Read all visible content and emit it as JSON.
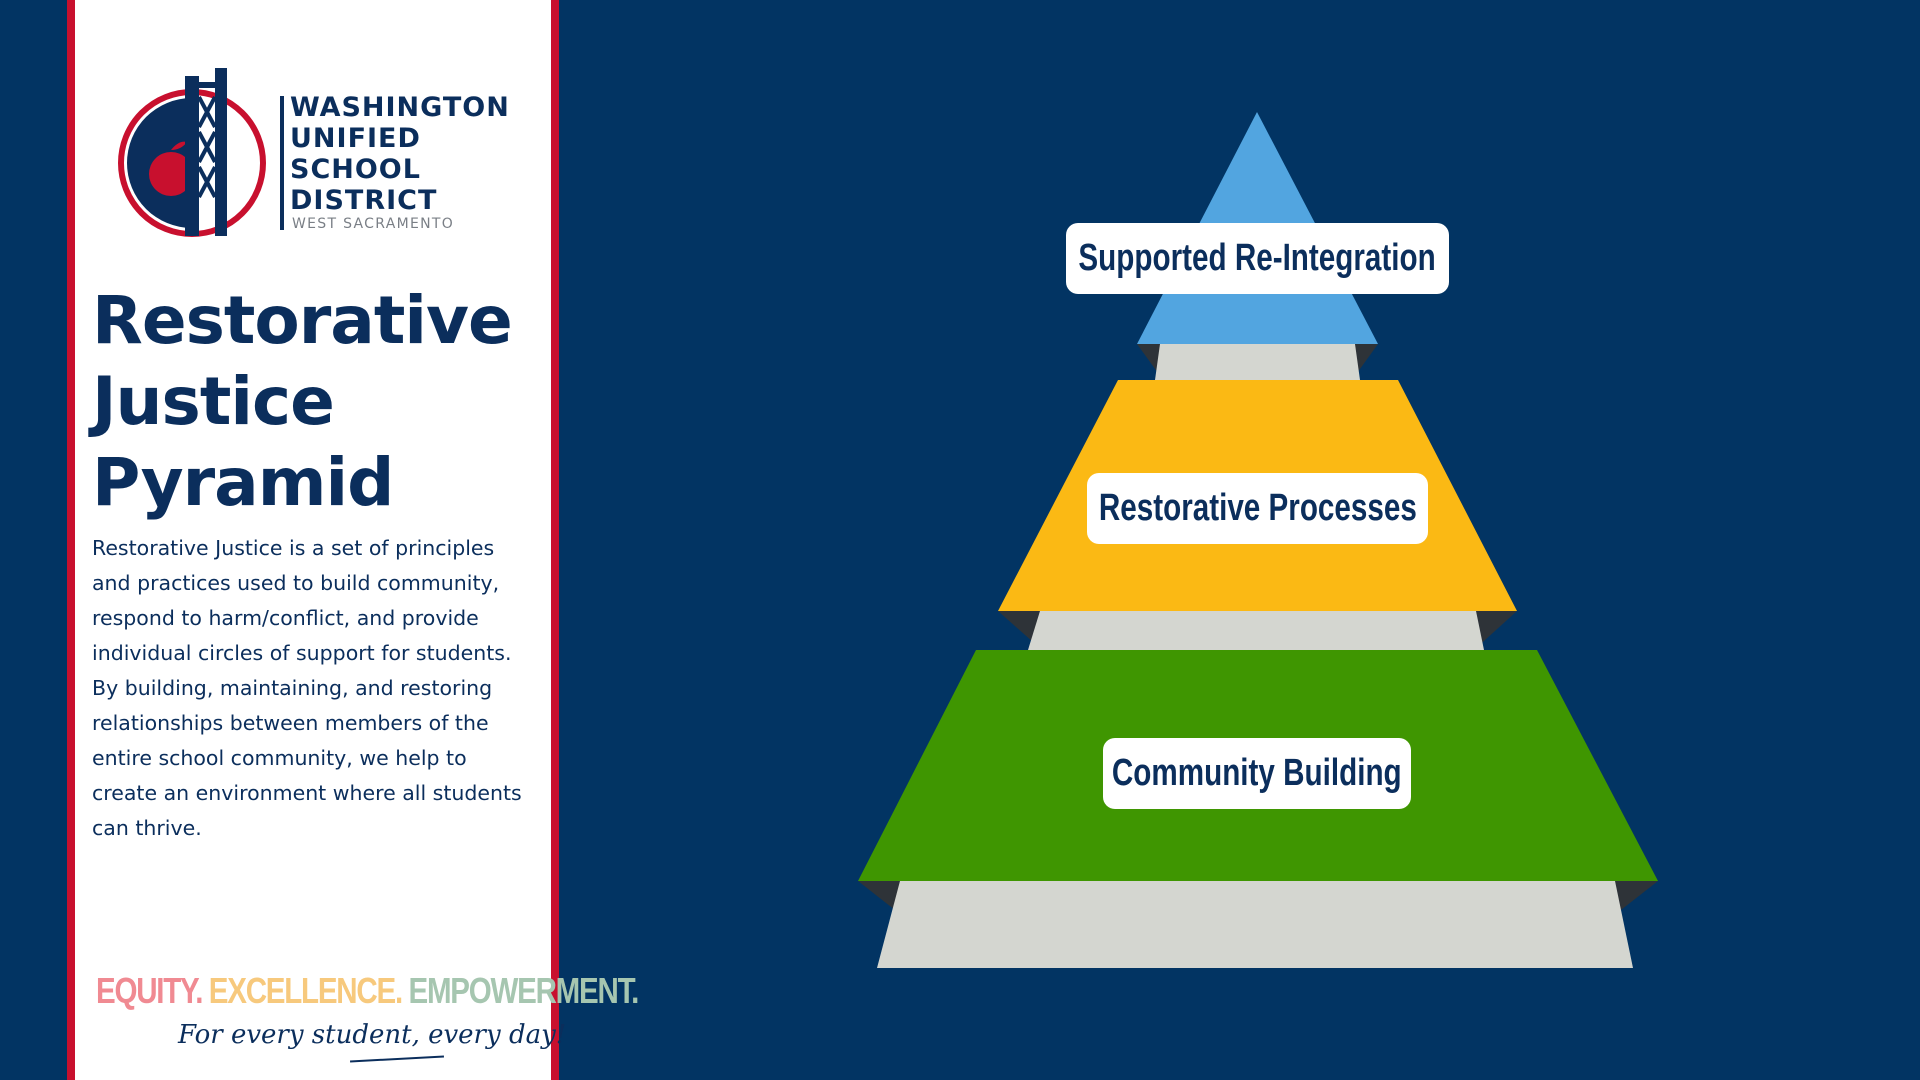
{
  "district": {
    "name_lines": [
      "WASHINGTON",
      "UNIFIED",
      "SCHOOL",
      "DISTRICT"
    ],
    "location": "WEST SACRAMENTO"
  },
  "title_lines": [
    "Restorative",
    "Justice",
    "Pyramid"
  ],
  "description": "Restorative Justice is a set of principles and practices used to build community, respond to harm/conflict, and provide individual circles of support for students. By building, maintaining, and restoring relationships between members of the entire school community, we help to create an environment where all students can thrive.",
  "slogan": {
    "equity": "EQUITY.",
    "excellence": "EXCELLENCE.",
    "empowerment": "EMPOWERMENT.",
    "tagline": "For every student, every day!"
  },
  "pyramid": {
    "tiers": [
      {
        "label": "Supported Re-Integration",
        "color": "#52a5e0"
      },
      {
        "label": "Restorative Processes",
        "color": "#fbb914"
      },
      {
        "label": "Community Building",
        "color": "#3f9601"
      }
    ]
  },
  "colors": {
    "background": "#023463",
    "navy": "#0b2e5c",
    "red": "#c8102e",
    "equity": "#f08a92",
    "excellence": "#f7c97d",
    "empowerment": "#a6c6b0",
    "step_light": "#d4d6d0",
    "step_dark": "#2e3338"
  }
}
